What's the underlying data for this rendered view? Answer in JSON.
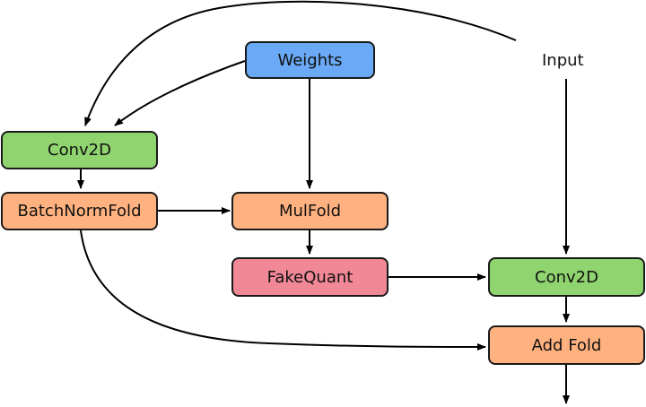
{
  "colors": {
    "blue": "#6aa9f5",
    "green": "#8fd46f",
    "orange": "#ffb27f",
    "pink": "#f08896",
    "stroke": "#1a1a1a"
  },
  "nodes": {
    "weights": "Weights",
    "input": "Input",
    "conv2d_left": "Conv2D",
    "batchnormfold": "BatchNormFold",
    "mulfold": "MulFold",
    "fakequant": "FakeQuant",
    "conv2d_right": "Conv2D",
    "addfold": "Add Fold"
  }
}
